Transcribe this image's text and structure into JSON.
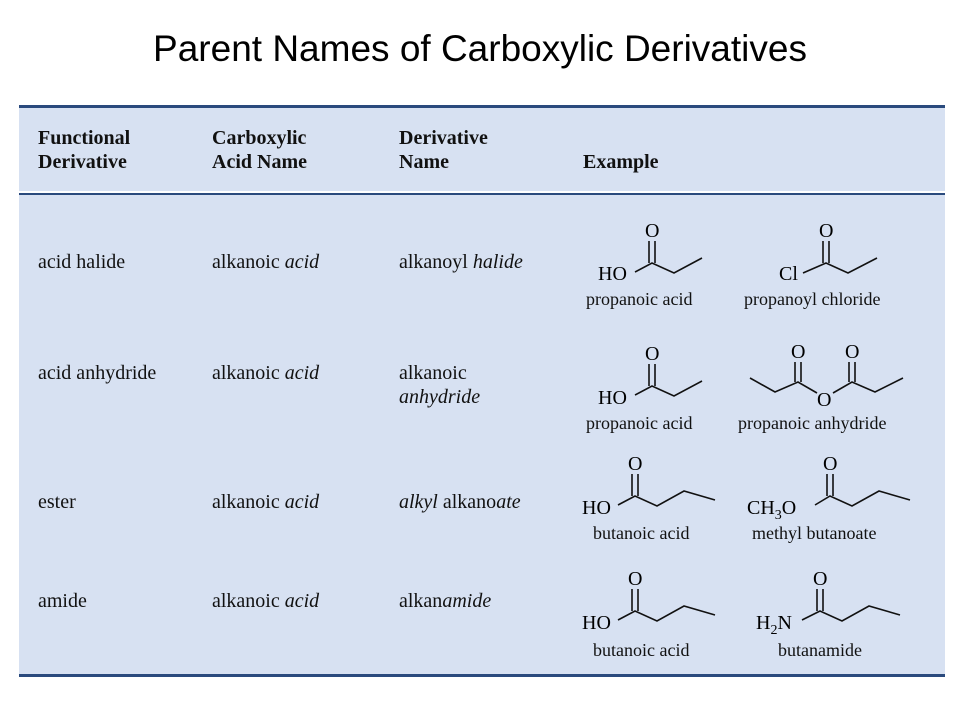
{
  "title": "Parent Names of Carboxylic Derivatives",
  "headers": {
    "col1": [
      "Functional",
      "Derivative"
    ],
    "col2": [
      "Carboxylic",
      "Acid Name"
    ],
    "col3": [
      "Derivative",
      "Name"
    ],
    "col4": "Example"
  },
  "rows": [
    {
      "functional": "acid halide",
      "acid_name": {
        "plain": "alkanoic ",
        "italic": "acid"
      },
      "derivative": {
        "plain": "alkanoyl ",
        "italic": "halide"
      },
      "examples": [
        {
          "group": "HO",
          "o": "O",
          "name": "propanoic acid"
        },
        {
          "group": "Cl",
          "o": "O",
          "name": "propanoyl chloride"
        }
      ]
    },
    {
      "functional": "acid anhydride",
      "acid_name": {
        "plain": "alkanoic ",
        "italic": "acid"
      },
      "derivative": {
        "plain": "alkanoic",
        "italic": "anhydride"
      },
      "examples": [
        {
          "group": "HO",
          "o": "O",
          "name": "propanoic acid"
        },
        {
          "group": "O",
          "o": "O",
          "name": "propanoic anhydride"
        }
      ]
    },
    {
      "functional": "ester",
      "acid_name": {
        "plain": "alkanoic ",
        "italic": "acid"
      },
      "derivative": {
        "italic": "alkyl",
        "plain": " alkano",
        "italic2": "ate"
      },
      "examples": [
        {
          "group": "HO",
          "o": "O",
          "name": "butanoic acid"
        },
        {
          "group": "CH",
          "sub": "3",
          "group2": "O",
          "o": "O",
          "name": "methyl butanoate"
        }
      ]
    },
    {
      "functional": "amide",
      "acid_name": {
        "plain": "alkanoic ",
        "italic": "acid"
      },
      "derivative": {
        "plain": "alkan",
        "italic": "amide"
      },
      "examples": [
        {
          "group": "HO",
          "o": "O",
          "name": "butanoic acid"
        },
        {
          "group": "H",
          "sub": "2",
          "group2": "N",
          "o": "O",
          "name": "butanamide"
        }
      ]
    }
  ]
}
